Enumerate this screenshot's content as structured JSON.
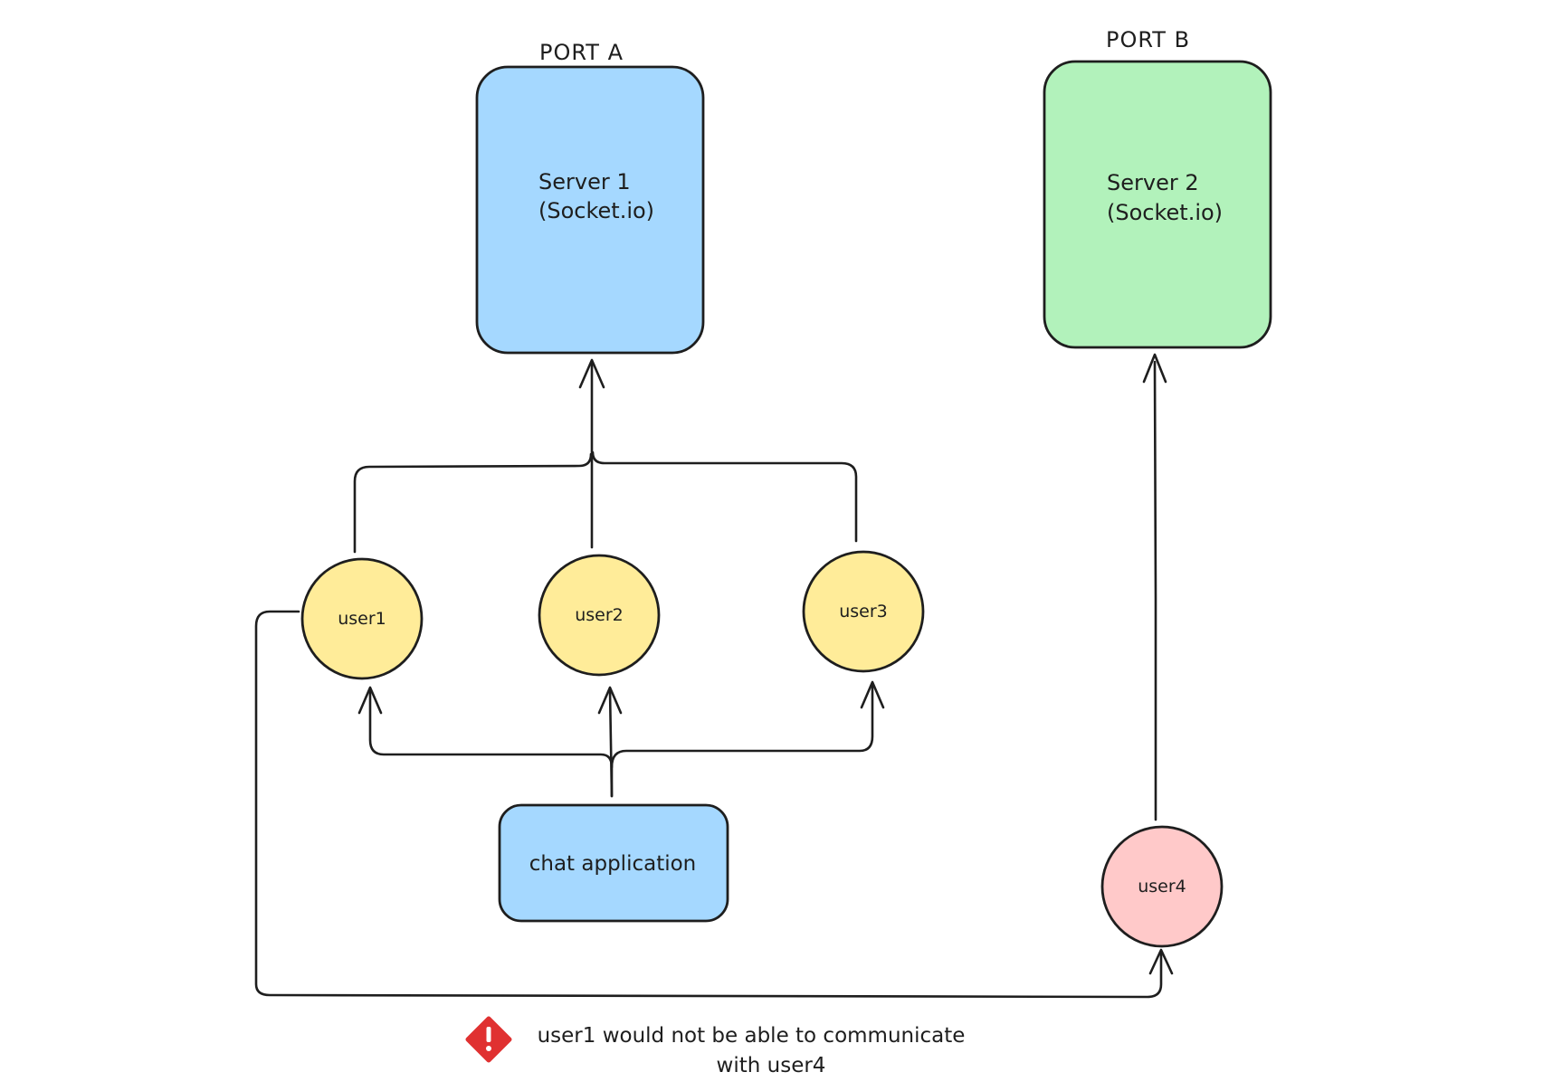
{
  "colors": {
    "stroke": "#1e1e1e",
    "server1_fill": "#a5d8ff",
    "server2_fill": "#b2f2bb",
    "user_fill": "#ffec99",
    "user4_fill": "#ffc9c9",
    "app_fill": "#a5d8ff",
    "warning": "#e03131"
  },
  "ports": {
    "a": "PORT A",
    "b": "PORT B"
  },
  "servers": {
    "server1": {
      "line1": "Server 1",
      "line2": "(Socket.io)"
    },
    "server2": {
      "line1": "Server 2",
      "line2": "(Socket.io)"
    }
  },
  "users": {
    "user1": "user1",
    "user2": "user2",
    "user3": "user3",
    "user4": "user4"
  },
  "app": {
    "label": "chat application"
  },
  "note": {
    "icon": "warning-icon",
    "line1": "user1 would not be able to communicate",
    "line2": "with user4"
  }
}
